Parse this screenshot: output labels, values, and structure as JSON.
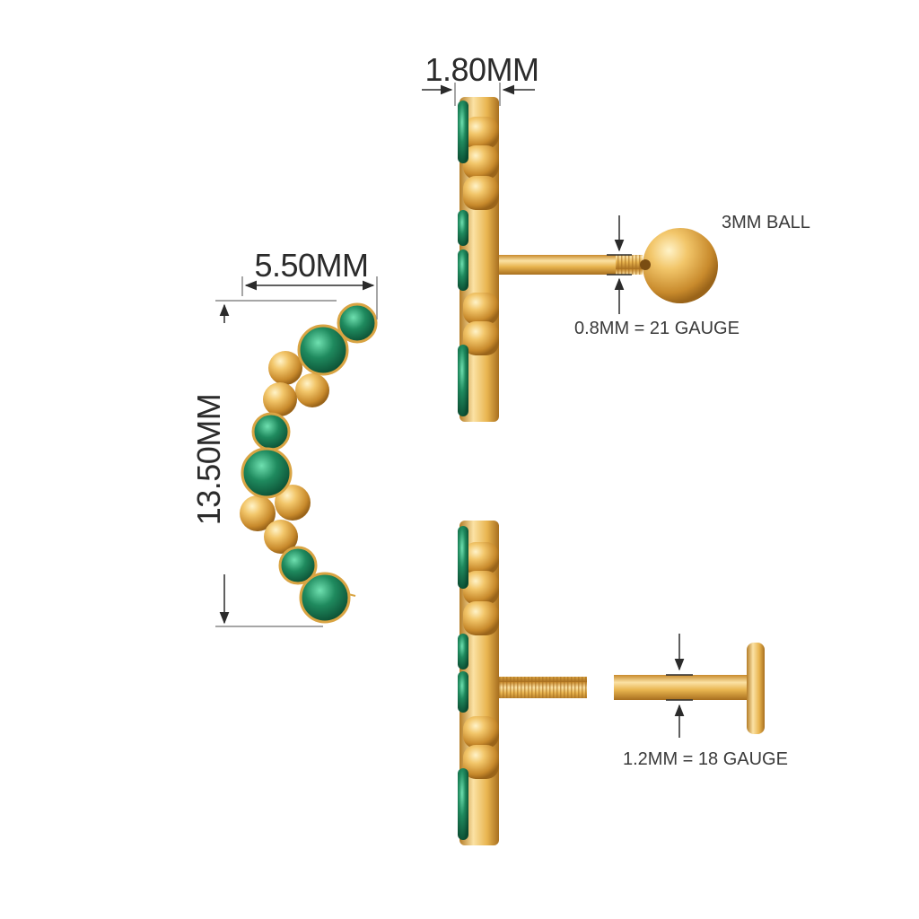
{
  "labels": {
    "width_side": "1.80MM",
    "width_front": "5.50MM",
    "height_front": "13.50MM",
    "ball": "3MM BALL",
    "gauge_thin": "0.8MM = 21 GAUGE",
    "gauge_thick": "1.2MM = 18 GAUGE"
  },
  "colors": {
    "gold": "#e8b44f",
    "gold_light": "#fbe2a4",
    "gold_dark": "#b57d27",
    "emerald": "#1f8a5e",
    "emerald_light": "#5fd3a0",
    "emerald_dark": "#0d5a3a",
    "dimension_line": "#2b2b2b"
  },
  "icons": [
    "arrow-icon",
    "emerald-stone-icon",
    "gold-bead-icon",
    "ball-end-icon",
    "flat-back-disc-icon"
  ]
}
